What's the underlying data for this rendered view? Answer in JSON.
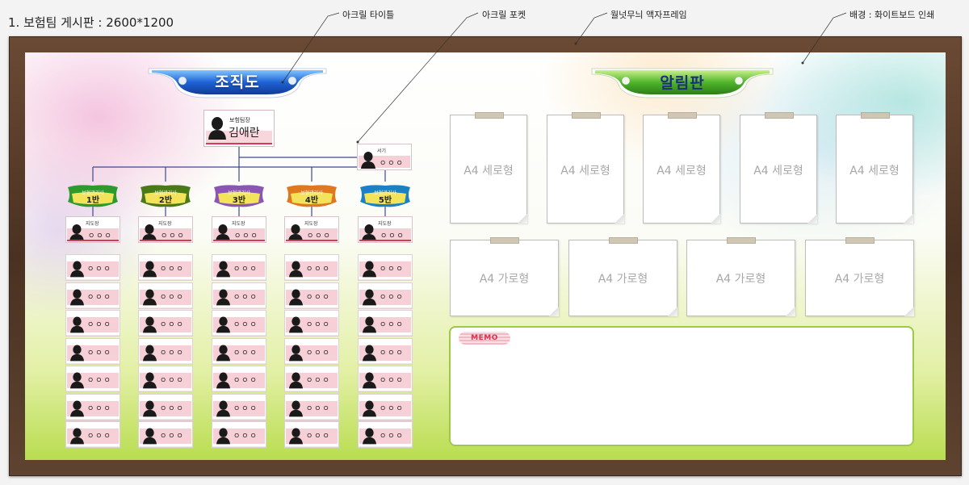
{
  "document_title": "1. 보험팀 게시판 : 2600*1200",
  "callouts": {
    "acrylic_tile": "아크릴 타이틀",
    "acrylic_pocket": "아크릴 포켓",
    "walnut_frame": "월넛무늬 액자프레임",
    "background": "배경 : 화이트보드 인쇄"
  },
  "org_chart": {
    "title": "조직도",
    "head": {
      "role": "보험팀장",
      "name": "김애란"
    },
    "secretary": {
      "role": "서기",
      "name": "ㅇㅇㅇ"
    },
    "teams": [
      {
        "subtitle": "보험관리사",
        "name": "1반",
        "color": "#2e9a2e",
        "leader_role": "지도장",
        "leader_name": "ㅇㅇㅇ"
      },
      {
        "subtitle": "보험관리사",
        "name": "2반",
        "color": "#4a7a18",
        "leader_role": "지도장",
        "leader_name": "ㅇㅇㅇ"
      },
      {
        "subtitle": "보험관리사",
        "name": "3반",
        "color": "#8b55b3",
        "leader_role": "지도장",
        "leader_name": "ㅇㅇㅇ"
      },
      {
        "subtitle": "보험관리사",
        "name": "4반",
        "color": "#e07820",
        "leader_role": "지도장",
        "leader_name": "ㅇㅇㅇ"
      },
      {
        "subtitle": "보험관리사",
        "name": "5반",
        "color": "#1a82c4",
        "leader_role": "지도장",
        "leader_name": "ㅇㅇㅇ"
      }
    ],
    "member_placeholder": "ㅇㅇㅇ"
  },
  "notice_board": {
    "title": "알림판",
    "portrait_label": "A4 세로형",
    "landscape_label": "A4 가로형",
    "memo_label": "MEMO"
  },
  "colors": {
    "frame": "#5a3d2b",
    "org_title_plate": "#1f5fd0",
    "notice_title_plate": "#4fb52a",
    "card_band": "#f6d0d6",
    "card_underline": "#d83a53",
    "memo_border": "#9bcb46"
  }
}
